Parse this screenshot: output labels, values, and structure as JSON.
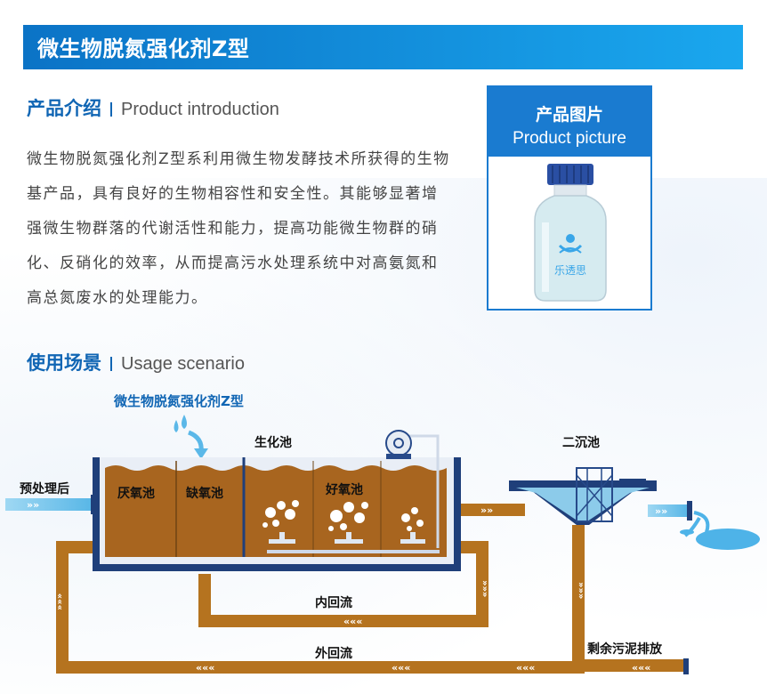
{
  "banner": {
    "title": "微生物脱氮强化剂Z型"
  },
  "intro": {
    "heading_cn": "产品介绍",
    "heading_en": "Product introduction",
    "paragraph": "微生物脱氮强化剂Z型系利用微生物发酵技术所获得的生物基产品，具有良好的生物相容性和安全性。其能够显著增强微生物群落的代谢活性和能力，提高功能微生物群的硝化、反硝化的效率，从而提高污水处理系统中对高氨氮和高总氮废水的处理能力。"
  },
  "picture": {
    "heading_cn": "产品图片",
    "heading_en": "Product picture",
    "bottle_label": "乐透思"
  },
  "usage": {
    "heading_cn": "使用场景",
    "heading_en": "Usage scenario"
  },
  "diagram": {
    "product_label": "微生物脱氮强化剂Z型",
    "pretreated": "预处理后",
    "anaerobic": "厌氧池",
    "anoxic": "缺氧池",
    "biochemical": "生化池",
    "aerobic": "好氧池",
    "secondary": "二沉池",
    "inner_return": "内回流",
    "outer_return": "外回流",
    "sludge": "剩余污泥排放"
  },
  "colors": {
    "brand_blue": "#1166b4",
    "banner_start": "#0b73c6",
    "banner_end": "#1aa7ee",
    "pipe": "#b5731f",
    "tank_water": "#a8651f",
    "tank_frame": "#274a8a",
    "inflow": "#7cc8ee"
  }
}
